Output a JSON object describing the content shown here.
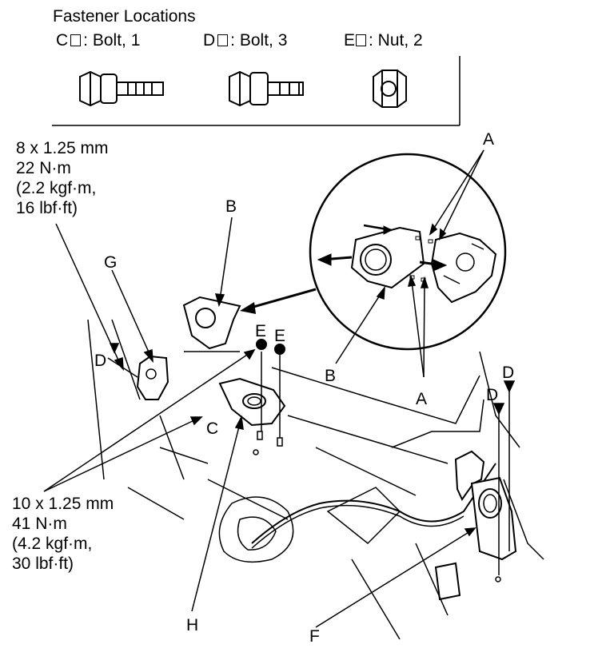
{
  "legend": {
    "title": "Fastener Locations",
    "items": [
      {
        "letter": "C",
        "text": ": Bolt, 1"
      },
      {
        "letter": "D",
        "text": ": Bolt, 3"
      },
      {
        "letter": "E",
        "text": ": Nut, 2"
      }
    ]
  },
  "torque_small": {
    "line1": "8 x 1.25 mm",
    "line2": "22 N·m",
    "line3": "(2.2 kgf·m,",
    "line4": "16 lbf·ft)"
  },
  "torque_large": {
    "line1": "10 x 1.25 mm",
    "line2": "41 N·m",
    "line3": "(4.2 kgf·m,",
    "line4": "30 lbf·ft)"
  },
  "callouts": {
    "A_top": "A",
    "A_bottom": "A",
    "B_top": "B",
    "B_detail": "B",
    "C": "C",
    "D_left": "D",
    "D_right1": "D",
    "D_right2": "D",
    "E1": "E",
    "E2": "E",
    "F": "F",
    "G": "G",
    "H": "H"
  }
}
